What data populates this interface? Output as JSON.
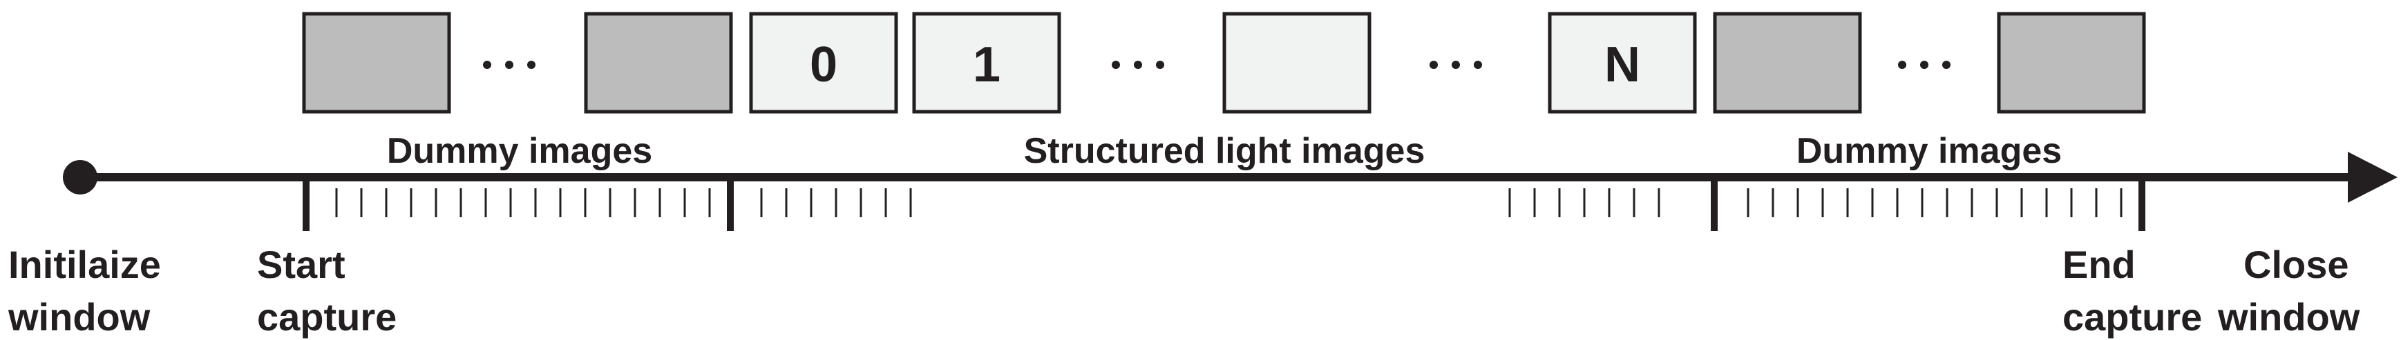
{
  "colors": {
    "ink": "#231f20",
    "dummy_fill": "#bcbcbc",
    "light_fill": "#f1f2f2"
  },
  "frames": [
    {
      "kind": "dummy",
      "label": ""
    },
    {
      "kind": "dummy",
      "label": ""
    },
    {
      "kind": "light",
      "label": "0"
    },
    {
      "kind": "light",
      "label": "1"
    },
    {
      "kind": "light",
      "label": ""
    },
    {
      "kind": "light",
      "label": "N"
    },
    {
      "kind": "dummy",
      "label": ""
    },
    {
      "kind": "dummy",
      "label": ""
    }
  ],
  "groups": {
    "dummy_before": "Dummy images",
    "structured": "Structured light images",
    "dummy_after": "Dummy images"
  },
  "events": {
    "initialize_line1": "Initilaize",
    "initialize_line2": "window",
    "start_line1": "Start",
    "start_line2": "capture",
    "end_line1": "End",
    "end_line2": "capture",
    "close_line1": "Close",
    "close_line2": "window"
  }
}
